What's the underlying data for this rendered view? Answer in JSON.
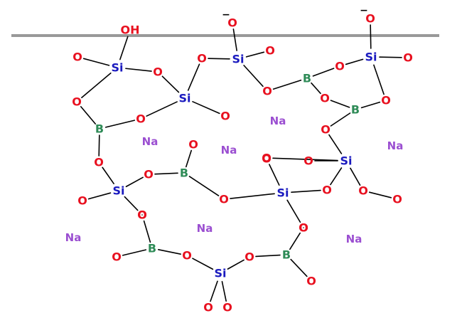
{
  "colors": {
    "O": "#e8101f",
    "Si": "#1a1abf",
    "B": "#2e8b57",
    "Na": "#9b4fd1",
    "H": "#e8101f",
    "bond": "#000000",
    "surface": "#999999"
  },
  "atoms": [
    {
      "id": "OH1",
      "label": "OH"
    },
    {
      "id": "Om1",
      "label": "O",
      "charge": "−"
    },
    {
      "id": "Om2",
      "label": "O",
      "charge": "−"
    },
    {
      "id": "O1",
      "label": "O"
    },
    {
      "id": "Si1",
      "label": "Si"
    },
    {
      "id": "O2",
      "label": "O"
    },
    {
      "id": "O3",
      "label": "O"
    },
    {
      "id": "Si2",
      "label": "Si"
    },
    {
      "id": "O4",
      "label": "O"
    },
    {
      "id": "O5",
      "label": "O"
    },
    {
      "id": "B1",
      "label": "B"
    },
    {
      "id": "O6",
      "label": "O"
    },
    {
      "id": "O7",
      "label": "O"
    },
    {
      "id": "Si3",
      "label": "Si"
    },
    {
      "id": "O8",
      "label": "O"
    },
    {
      "id": "O9",
      "label": "O"
    },
    {
      "id": "B2",
      "label": "B"
    },
    {
      "id": "O10",
      "label": "O"
    },
    {
      "id": "Si4",
      "label": "Si"
    },
    {
      "id": "O11",
      "label": "O"
    },
    {
      "id": "O12",
      "label": "O"
    },
    {
      "id": "O13",
      "label": "O"
    },
    {
      "id": "B3",
      "label": "B"
    },
    {
      "id": "O14",
      "label": "O"
    },
    {
      "id": "O15",
      "label": "O"
    },
    {
      "id": "Si5",
      "label": "Si"
    },
    {
      "id": "O16",
      "label": "O"
    },
    {
      "id": "O17",
      "label": "O"
    },
    {
      "id": "O18",
      "label": "O"
    },
    {
      "id": "O19",
      "label": "O"
    },
    {
      "id": "O20",
      "label": "O"
    },
    {
      "id": "Si6",
      "label": "Si"
    },
    {
      "id": "O21",
      "label": "O"
    },
    {
      "id": "O22",
      "label": "O"
    },
    {
      "id": "B4",
      "label": "B"
    },
    {
      "id": "O23",
      "label": "O"
    },
    {
      "id": "O24",
      "label": "O"
    },
    {
      "id": "O25",
      "label": "O"
    },
    {
      "id": "O26",
      "label": "O"
    },
    {
      "id": "Si7",
      "label": "Si"
    },
    {
      "id": "O27",
      "label": "O"
    },
    {
      "id": "O28",
      "label": "O"
    },
    {
      "id": "O29",
      "label": "O"
    },
    {
      "id": "O30",
      "label": "O"
    },
    {
      "id": "B5",
      "label": "B"
    },
    {
      "id": "O31",
      "label": "O"
    },
    {
      "id": "O32",
      "label": "O"
    },
    {
      "id": "Si8",
      "label": "Si"
    },
    {
      "id": "O33",
      "label": "O"
    },
    {
      "id": "O34",
      "label": "O"
    },
    {
      "id": "O35",
      "label": "O"
    },
    {
      "id": "O36",
      "label": "O"
    },
    {
      "id": "B6",
      "label": "B"
    },
    {
      "id": "O37",
      "label": "O"
    },
    {
      "id": "O38",
      "label": "O"
    }
  ],
  "bonds": [
    [
      "OH1",
      "Si1"
    ],
    [
      "O1",
      "Si1"
    ],
    [
      "Si1",
      "O2"
    ],
    [
      "Si1",
      "O3"
    ],
    [
      "O2",
      "Si2"
    ],
    [
      "O3",
      "B1"
    ],
    [
      "Si2",
      "O4"
    ],
    [
      "Si2",
      "O5"
    ],
    [
      "Si2",
      "O6"
    ],
    [
      "O5",
      "B1"
    ],
    [
      "O6",
      "Si3"
    ],
    [
      "Om1",
      "Si3"
    ],
    [
      "Si3",
      "O7"
    ],
    [
      "Si3",
      "O8"
    ],
    [
      "O8",
      "B2"
    ],
    [
      "B2",
      "O9"
    ],
    [
      "B2",
      "O10"
    ],
    [
      "Om2",
      "Si4"
    ],
    [
      "O9",
      "Si4"
    ],
    [
      "Si4",
      "O11"
    ],
    [
      "Si4",
      "O12"
    ],
    [
      "O12",
      "B3"
    ],
    [
      "O10",
      "B3"
    ],
    [
      "B3",
      "O13"
    ],
    [
      "O13",
      "Si5"
    ],
    [
      "O14",
      "Si5"
    ],
    [
      "O15",
      "Si5"
    ],
    [
      "Si5",
      "O16"
    ],
    [
      "Si5",
      "O17"
    ],
    [
      "O17",
      "O18"
    ],
    [
      "B1",
      "O19"
    ],
    [
      "O19",
      "Si6"
    ],
    [
      "Si6",
      "O20"
    ],
    [
      "Si6",
      "O21"
    ],
    [
      "Si6",
      "O22"
    ],
    [
      "O21",
      "B4"
    ],
    [
      "O23",
      "B4"
    ],
    [
      "B4",
      "O24"
    ],
    [
      "O24",
      "Si7"
    ],
    [
      "O25",
      "Si7"
    ],
    [
      "O16",
      "Si7"
    ],
    [
      "Si7",
      "O26"
    ],
    [
      "O22",
      "O27"
    ],
    [
      "O27",
      "B5"
    ],
    [
      "O28",
      "B5"
    ],
    [
      "B5",
      "O29"
    ],
    [
      "O29",
      "Si8"
    ],
    [
      "Si8",
      "O30"
    ],
    [
      "Si8",
      "O31"
    ],
    [
      "Si8",
      "O32"
    ],
    [
      "O30",
      "B6"
    ],
    [
      "O26",
      "O33"
    ],
    [
      "O33",
      "B6"
    ],
    [
      "B6",
      "O34"
    ]
  ],
  "sodium": [
    {
      "label": "Na"
    },
    {
      "label": "Na"
    },
    {
      "label": "Na"
    },
    {
      "label": "Na"
    },
    {
      "label": "Na"
    },
    {
      "label": "Na"
    },
    {
      "label": "Na"
    }
  ]
}
